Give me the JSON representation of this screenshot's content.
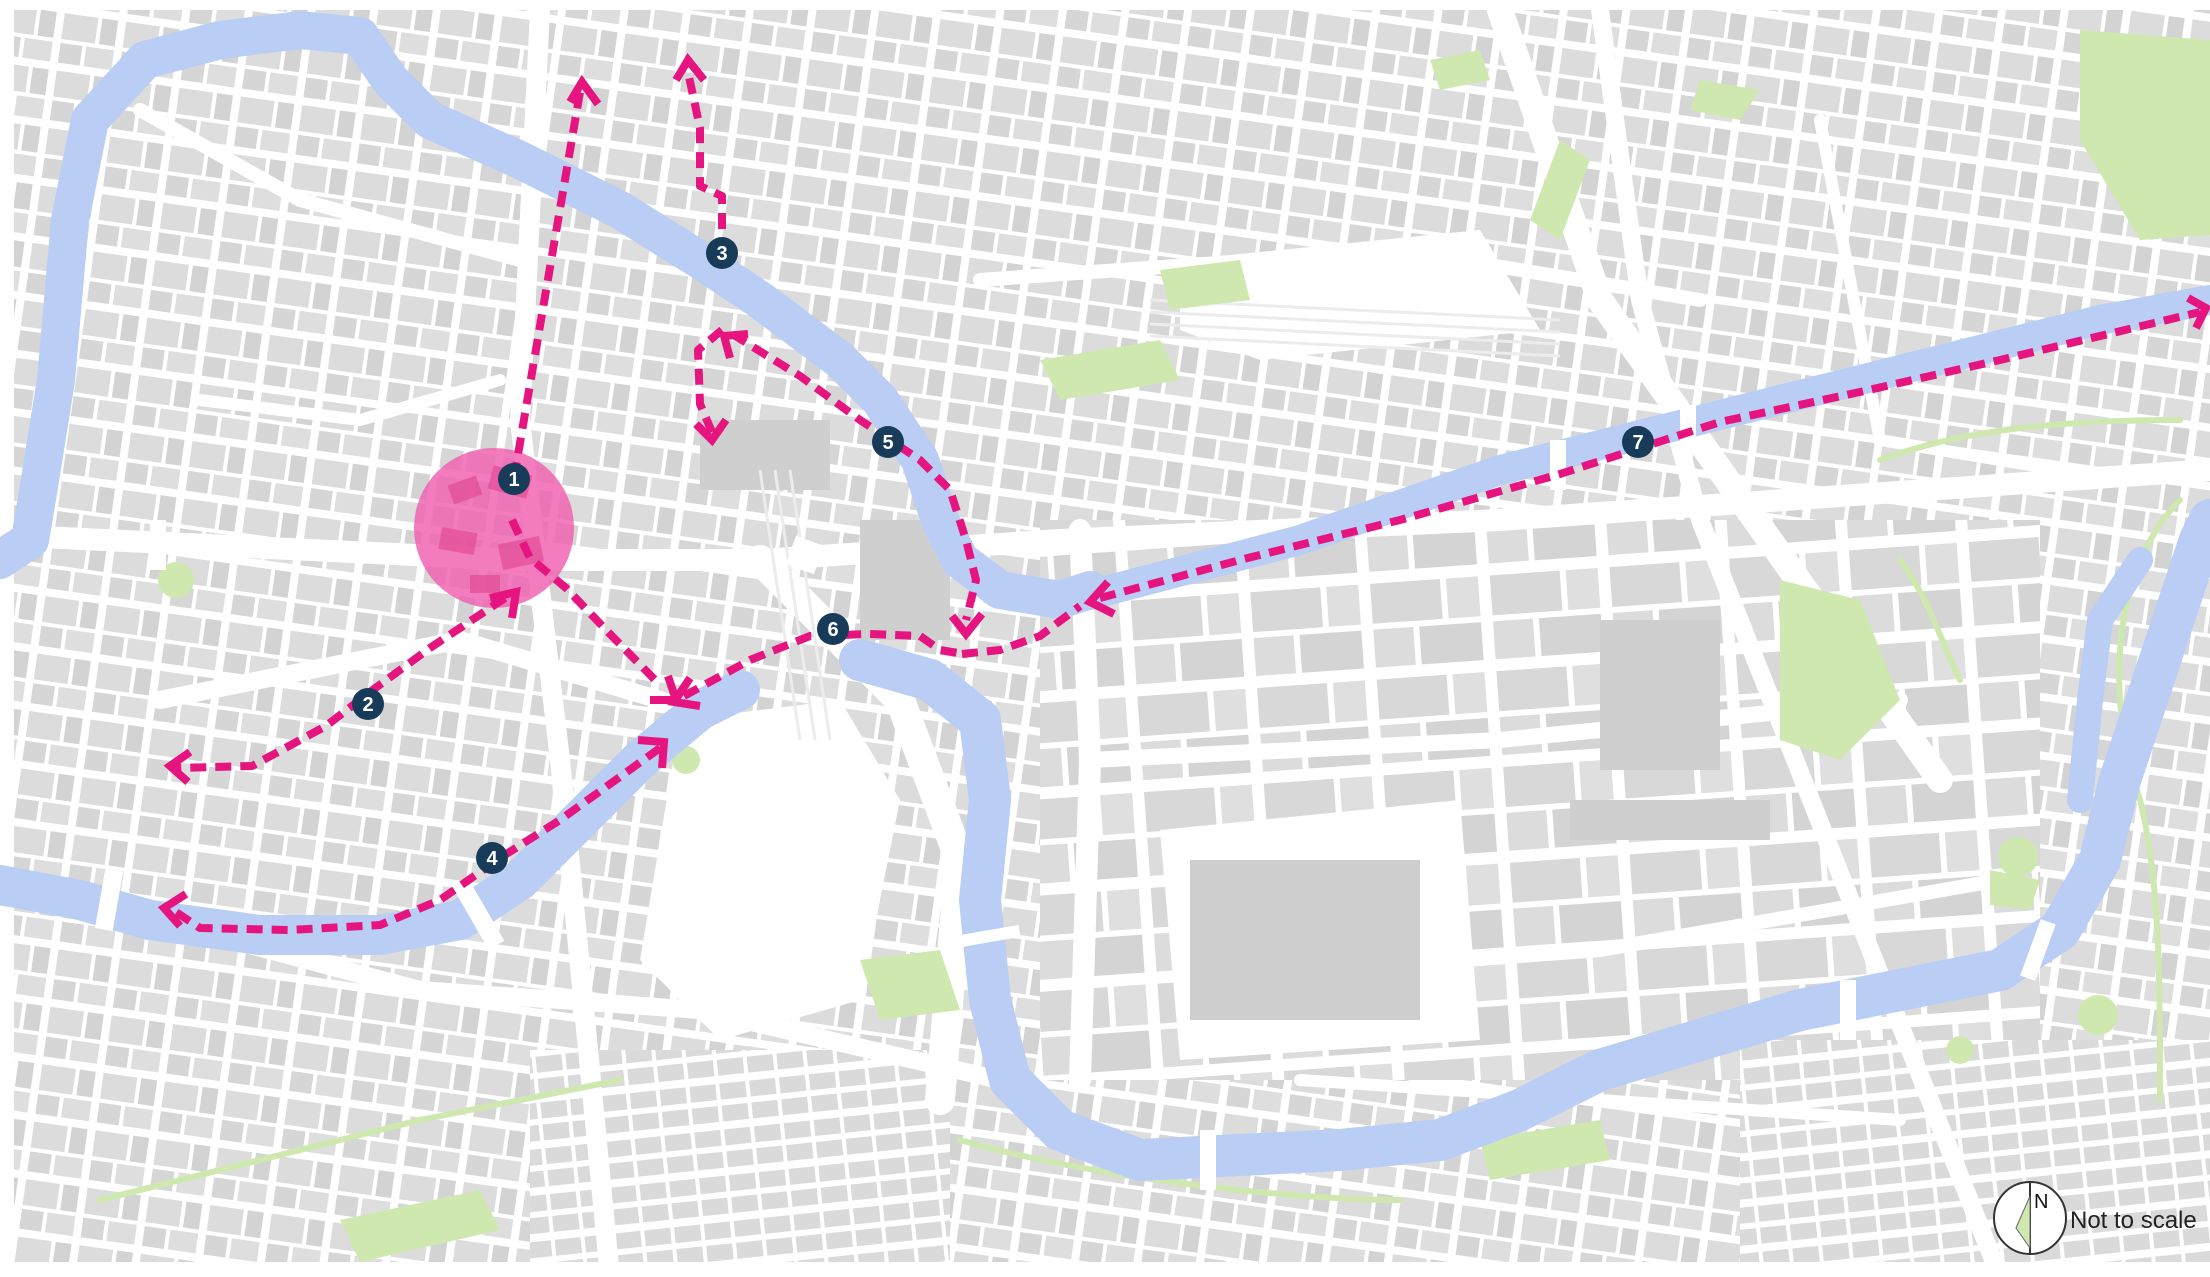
{
  "colors": {
    "background": "#ffffff",
    "road": "#ffffff",
    "block": "#dcdcdc",
    "block_dark": "#c8c8c8",
    "river": "#b9cdf5",
    "park": "#cfe8b0",
    "route": "#e5147f",
    "hub": "#ef5fb0",
    "marker": "#173b59"
  },
  "hub": {
    "name": "hub-circle"
  },
  "markers": [
    {
      "id": "1",
      "label": "1"
    },
    {
      "id": "2",
      "label": "2"
    },
    {
      "id": "3",
      "label": "3"
    },
    {
      "id": "4",
      "label": "4"
    },
    {
      "id": "5",
      "label": "5"
    },
    {
      "id": "6",
      "label": "6"
    },
    {
      "id": "7",
      "label": "7"
    }
  ],
  "legend": {
    "north_label": "N",
    "scale_text": "Not to scale"
  }
}
